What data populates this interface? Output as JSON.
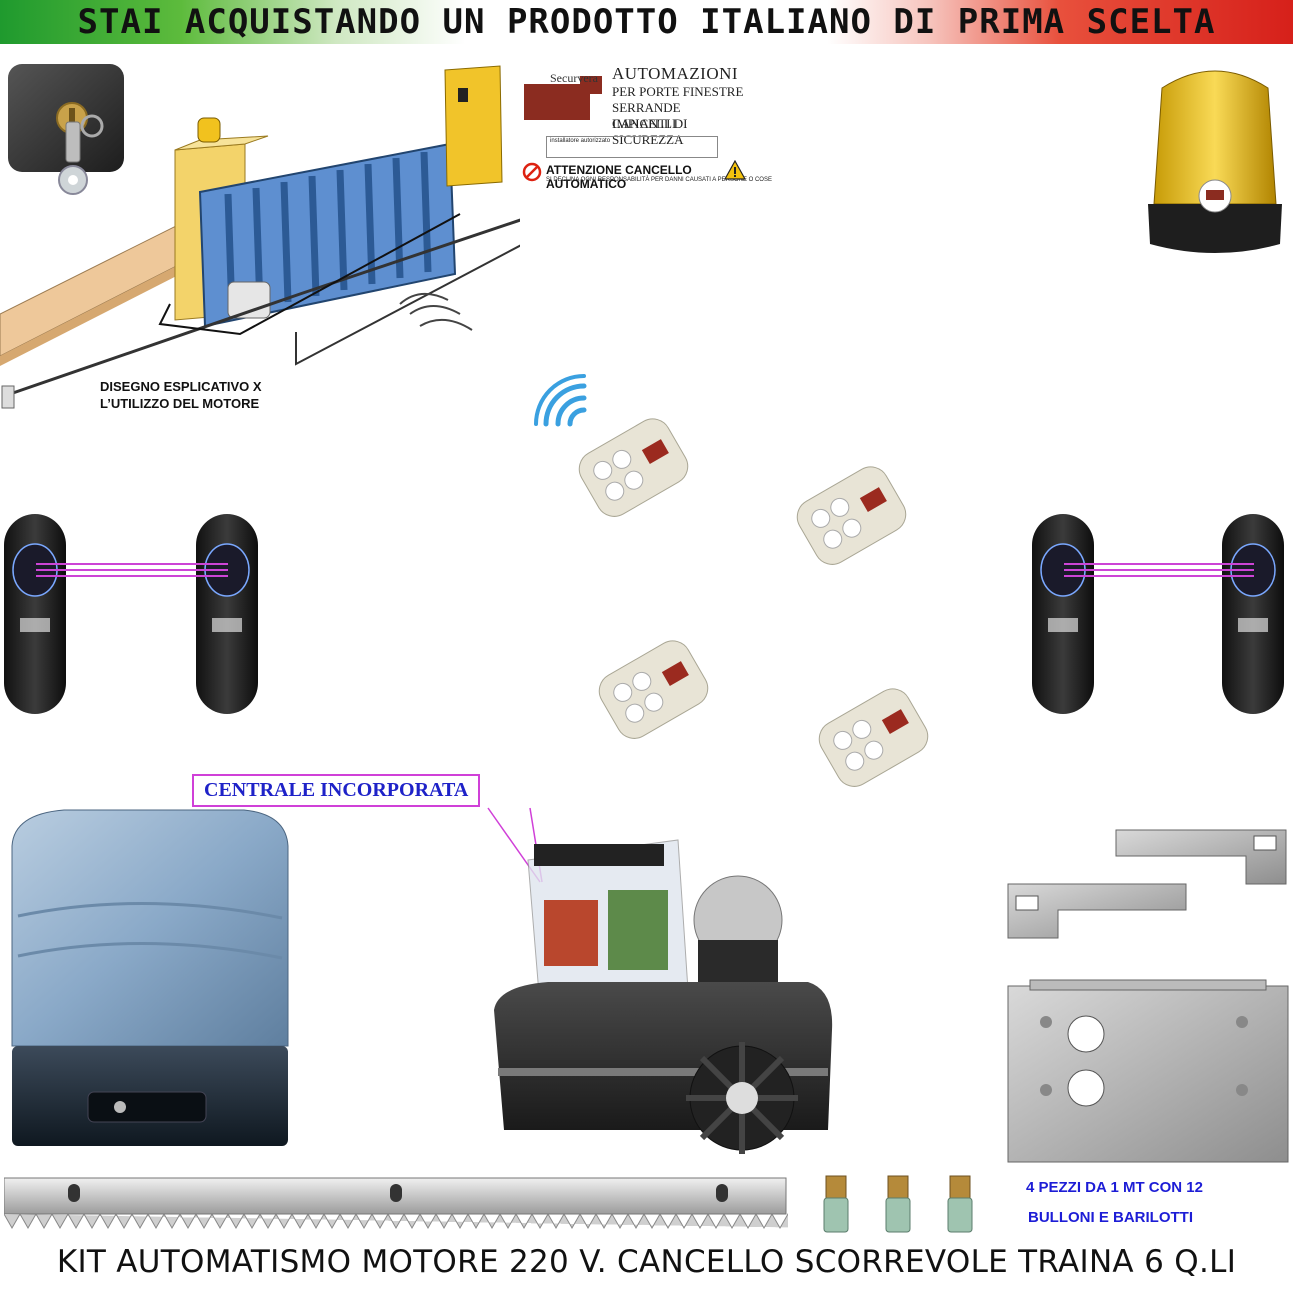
{
  "banner": {
    "text": "STAI ACQUISTANDO UN PRODOTTO ITALIANO DI PRIMA SCELTA"
  },
  "diagram": {
    "caption_line1": "DISEGNO ESPLICATIVO X",
    "caption_line2": "L’UTILIZZO DEL MOTORE"
  },
  "sign": {
    "title": "AUTOMAZIONI",
    "lines": [
      "PER PORTE FINESTRE",
      "SERRANDE CANCELLI",
      "IMPIANTI DI SICUREZZA"
    ],
    "warning": "ATTENZIONE CANCELLO AUTOMATICO",
    "warning_sub": "SI DECLINA OGNI RESPONSABILITÀ PER DANNI CAUSATI A PERSONE O COSE",
    "installer": "installatore autorizzato",
    "brand": "Securvera"
  },
  "centrale_label": "CENTRALE INCORPORATA",
  "rack_note": {
    "line1": "4 PEZZI DA 1 MT CON 12",
    "line2": "BULLONI E BARILOTTI"
  },
  "footer": {
    "title": "KIT AUTOMATISMO MOTORE 220 V. CANCELLO SCORREVOLE TRAINA 6 Q.LI"
  },
  "colors": {
    "beam": "#cc44d6",
    "motor_cover": "#8aa9c8",
    "flash": "#f4c72a",
    "remote": "#e6e2d4"
  }
}
